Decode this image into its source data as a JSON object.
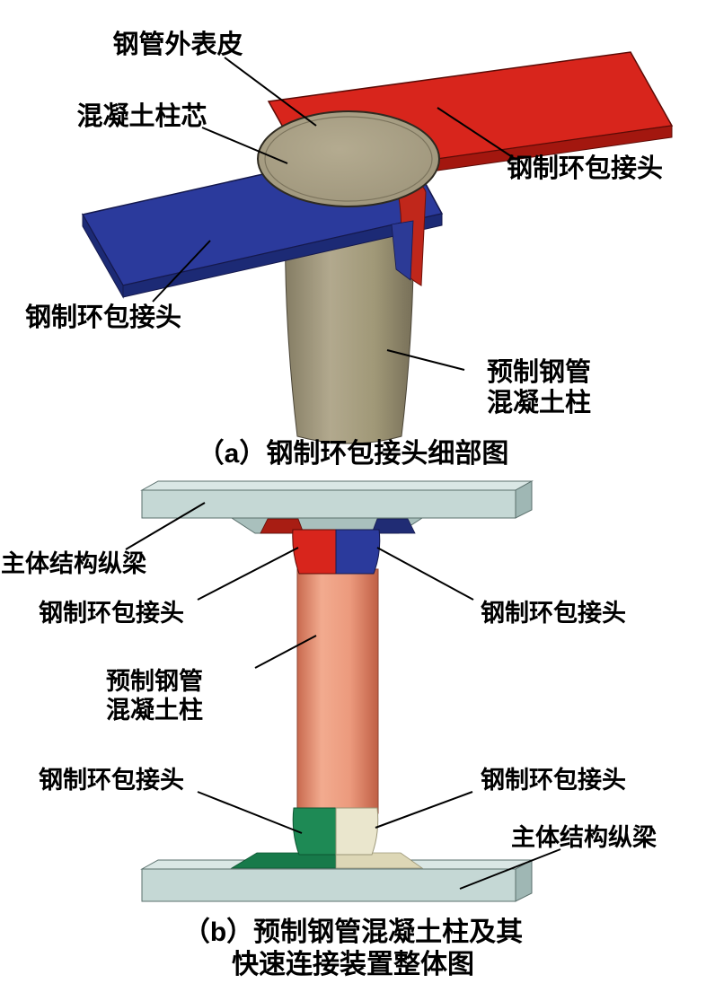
{
  "figure_a": {
    "labels": {
      "tube_skin": "钢管外表皮",
      "concrete_core": "混凝土柱芯",
      "joint_right": "钢制环包接头",
      "joint_left": "钢制环包接头",
      "column_line1": "预制钢管",
      "column_line2": "混凝土柱"
    },
    "caption": "（a）钢制环包接头细部图"
  },
  "figure_b": {
    "labels": {
      "top_beam": "主体结构纵梁",
      "joint_top_left": "钢制环包接头",
      "joint_top_right": "钢制环包接头",
      "column_line1": "预制钢管",
      "column_line2": "混凝土柱",
      "joint_bottom_left": "钢制环包接头",
      "joint_bottom_right": "钢制环包接头",
      "bottom_beam": "主体结构纵梁"
    },
    "caption_line1": "（b）预制钢管混凝土柱及其",
    "caption_line2": "快速连接装置整体图"
  },
  "colors": {
    "red_joint": "#d8251c",
    "red_joint_dark": "#a3170f",
    "blue_joint": "#2b3a9c",
    "blue_joint_dark": "#1c2a75",
    "tan_column": "#a29a7f",
    "salmon_column": "#ee9e82",
    "green_joint": "#1e8a55",
    "green_joint_dark": "#177a4a",
    "cream_joint": "#eae6cd",
    "cream_joint_dark": "#ddd7b6",
    "beam_front": "#c5d8d5",
    "beam_top": "#dae7e5",
    "beam_end": "#9fb7b4",
    "plate_grey": "#a9c0bd",
    "leader_line": "#000000"
  }
}
